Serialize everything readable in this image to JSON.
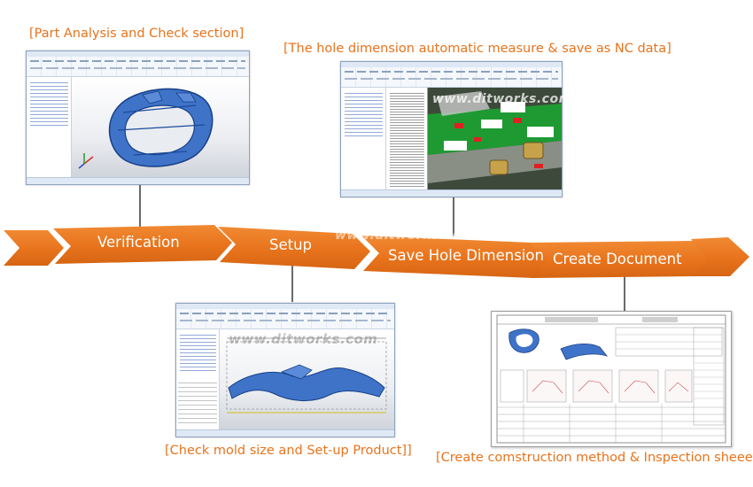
{
  "captions": {
    "part_analysis": "[Part Analysis and Check section]",
    "hole_dimension": "[The hole dimension automatic measure & save as NC data]",
    "check_mold": "[Check mold size and Set-up Product]]",
    "create_construction": "[Create comstruction method & Inspection sheeet]"
  },
  "stages": [
    {
      "label": "Verification"
    },
    {
      "label": "Setup"
    },
    {
      "label": "Save Hole Dimension"
    },
    {
      "label": "Create Document"
    }
  ],
  "watermark": "www.ditworks.com",
  "colors": {
    "accent_orange": "#e8731c",
    "caption_orange": "#e8731c",
    "part_blue": "#3f73c8"
  }
}
